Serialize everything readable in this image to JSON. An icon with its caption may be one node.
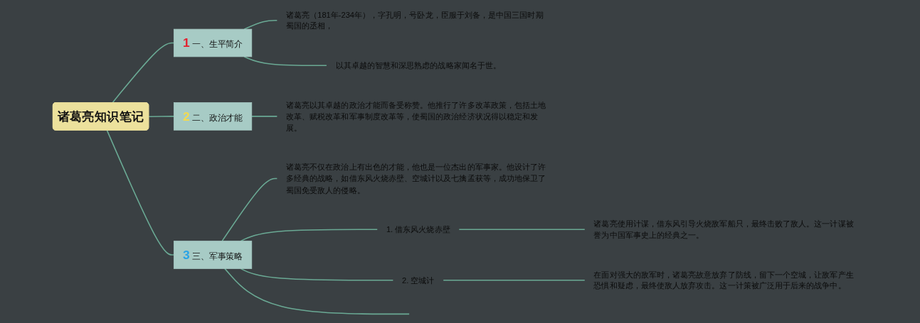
{
  "diagram": {
    "nodes": [
      {
        "text": [
          "诸葛亮知识笔记"
        ]
      },
      {
        "text": [
          "1",
          "一、生平简介"
        ]
      },
      {
        "text": [
          "诸葛亮（181年-234年），字孔明，号卧龙，臣服于刘备，是中国三国时期蜀国的丞相，"
        ]
      },
      {
        "text": [
          "以其卓越的智慧和深思熟虑的战略家闻名于世。"
        ]
      },
      {
        "text": [
          "2",
          "二、政治才能"
        ]
      },
      {
        "text": [
          "诸葛亮以其卓越的政治才能而备受称赞。他推行了许多改革政策，包括土地改革、赋税改革和军事制度改革等，使蜀国的政治经济状况得以稳定和发展。"
        ]
      },
      {
        "text": [
          "3",
          "三、军事策略"
        ]
      },
      {
        "text": [
          "诸葛亮不仅在政治上有出色的才能，他也是一位杰出的军事家。他设计了许多经典的战略，如借东风火烧赤壁、空城计以及七擒孟获等，成功地保卫了蜀国免受敌人的侵略。"
        ]
      },
      {
        "text": [
          "1. 借东风火烧赤壁"
        ]
      },
      {
        "text": [
          "诸葛亮使用计谋，借东风引导火烧敌军船只，最终击败了敌人。这一计谋被誉为中国军事史上的经典之一。"
        ]
      },
      {
        "text": [
          "2. 空城计"
        ]
      },
      {
        "text": [
          "在面对强大的敌军时，诸葛亮故意放弃了防线，留下一个空城，让敌军产生恐惧和疑虑，最终使敌人放弃攻击。这一计策被广泛用于后来的战争中。"
        ]
      }
    ],
    "edges": [
      {
        "from": 0,
        "to": 1,
        "arrow": "none"
      },
      {
        "from": 0,
        "to": 4,
        "arrow": "none"
      },
      {
        "from": 0,
        "to": 6,
        "arrow": "none"
      },
      {
        "from": 1,
        "to": 2,
        "arrow": "none"
      },
      {
        "from": 1,
        "to": 3,
        "arrow": "none"
      },
      {
        "from": 4,
        "to": 5,
        "arrow": "none"
      },
      {
        "from": 6,
        "to": 7,
        "arrow": "none"
      },
      {
        "from": 6,
        "to": 8,
        "arrow": "none"
      },
      {
        "from": 8,
        "to": 9,
        "arrow": "none"
      },
      {
        "from": 6,
        "to": 10,
        "arrow": "none"
      },
      {
        "from": 10,
        "to": 11,
        "arrow": "none"
      },
      {
        "from": 6,
        "to": null,
        "arrow": "none"
      }
    ]
  }
}
